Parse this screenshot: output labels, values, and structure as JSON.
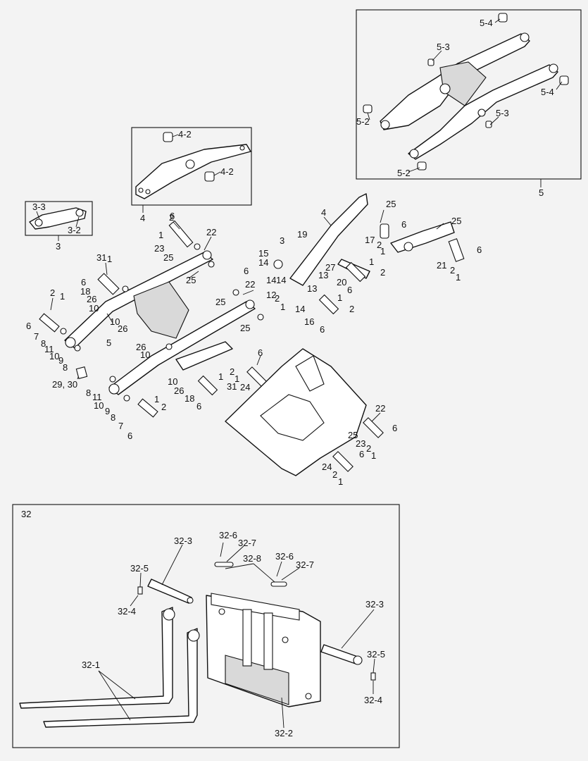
{
  "labels": {
    "l_5_4a": "5-4",
    "l_5_3a": "5-3",
    "l_5_4b": "5-4",
    "l_5_3b": "5-3",
    "l_5_2a": "5-2",
    "l_5_2b": "5-2",
    "l_5": "5",
    "l_4_2a": "4-2",
    "l_4_2b": "4-2",
    "l_4": "4",
    "l_3_3": "3-3",
    "l_3_2": "3-2",
    "l_3": "3",
    "m_2a": "2",
    "m_1a": "1",
    "m_6a": "6",
    "m_23a": "23",
    "m_22a": "22",
    "m_25a": "25",
    "m_25b": "25",
    "m_31": "31",
    "m_1b": "1",
    "m_6b": "6",
    "m_18a": "18",
    "m_26a": "26",
    "m_10a": "10",
    "m_2b": "2",
    "m_1c": "1",
    "m_6c": "6",
    "m_7a": "7",
    "m_8a": "8",
    "m_11a": "11",
    "m_10b": "10",
    "m_9a": "9",
    "m_8b": "8",
    "m_5": "5",
    "m_10c": "10",
    "m_26b": "26",
    "m_26c": "26",
    "m_10d": "10",
    "m_29_30": "29, 30",
    "m_8c": "8",
    "m_11b": "11",
    "m_10e": "10",
    "m_9b": "9",
    "m_8d": "8",
    "m_7b": "7",
    "m_6d": "6",
    "m_1d": "1",
    "m_2c": "2",
    "m_10f": "10",
    "m_26d": "26",
    "m_18b": "18",
    "m_6e": "6",
    "m_1e": "1",
    "m_31b": "31",
    "m_2d": "2",
    "m_1f": "1",
    "m_24a": "24",
    "m_6f": "6",
    "m_22b": "22",
    "m_25c": "25",
    "m_25d": "25",
    "m_4": "4",
    "m_19": "19",
    "m_3": "3",
    "m_15": "15",
    "m_14a": "14",
    "m_6g": "6",
    "m_25e": "25",
    "m_17": "17",
    "m_6h": "6",
    "m_2e": "2",
    "m_1g": "1",
    "m_25f": "25",
    "m_27": "27",
    "m_14b": "14",
    "m_13a": "13",
    "m_14c": "14",
    "m_12": "12",
    "m_2f": "2",
    "m_1h": "1",
    "m_13b": "13",
    "m_14d": "14",
    "m_20": "20",
    "m_1i": "1",
    "m_2g": "2",
    "m_6i": "6",
    "m_16": "16",
    "m_6j": "6",
    "m_1j": "1",
    "m_2h": "2",
    "m_21": "21",
    "m_2i": "2",
    "m_1k": "1",
    "m_6k": "6",
    "m_22c": "22",
    "m_25g": "25",
    "m_23b": "23",
    "m_6l": "6",
    "m_2j": "2",
    "m_1l": "1",
    "m_24b": "24",
    "m_6m": "6",
    "m_2k": "2",
    "m_1m": "1",
    "b_32": "32",
    "b_32_6a": "32-6",
    "b_32_7a": "32-7",
    "b_32_8": "32-8",
    "b_32_6b": "32-6",
    "b_32_7b": "32-7",
    "b_32_3a": "32-3",
    "b_32_5a": "32-5",
    "b_32_4a": "32-4",
    "b_32_3b": "32-3",
    "b_32_5b": "32-5",
    "b_32_4b": "32-4",
    "b_32_1": "32-1",
    "b_32_2": "32-2"
  }
}
